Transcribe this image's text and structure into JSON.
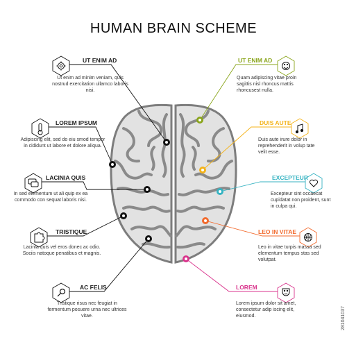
{
  "title": "HUMAN BRAIN SCHEME",
  "colors": {
    "brain_fill": "#e2e2e2",
    "brain_stroke": "#7d7d7d",
    "left_accent": "#111111",
    "olive": "#8aa51b",
    "yellow": "#f4b319",
    "teal": "#35b3c2",
    "orange": "#f26a2d",
    "magenta": "#d9338c"
  },
  "left": [
    {
      "label": "UT ENIM AD",
      "text": "Ut enim ad minim veniam, quis nostrud exercitation ullamco laboris nisi.",
      "icon": "gear-icon"
    },
    {
      "label": "LOREM IPSUM",
      "text": "Adipiscing elit, sed do eiu smod tempor in cididunt ut labore et dolore aliqua.",
      "icon": "thermometer-icon"
    },
    {
      "label": "LACINIA QUIS",
      "text": "In sed elementum ut ali quip ex ea commodo con sequat laboris nisi.",
      "icon": "chat-icon"
    },
    {
      "label": "TRISTIQUE",
      "text": "Lacinia quis vel eros donec ac odio. Sociis natoque penatibus et magnis.",
      "icon": "puzzle-icon"
    },
    {
      "label": "AC FELIS",
      "text": "Tristique risus nec feugiat in fermentum posuere urna nec ultrices vitae.",
      "icon": "magnifier-icon"
    }
  ],
  "right": [
    {
      "label": "UT ENIM AD",
      "text": "Quam adipiscing vitae proin sagittis nisl rhoncus mattis rhoncusest nulla.",
      "icon": "smiley-icon"
    },
    {
      "label": "DUIS AUTE",
      "text": "Duis aute irure dolor in reprehenderit in volup tate velit esse.",
      "icon": "music-note-icon"
    },
    {
      "label": "EXCEPTEUR",
      "text": "Excepteur sint occaecat cupidatat non proident, sunt in culpa qui.",
      "icon": "heart-icon"
    },
    {
      "label": "LEO IN VITAE",
      "text": "Leo in vitae turpis massa sed elementum tempus stas sed volutpat.",
      "icon": "basketball-icon"
    },
    {
      "label": "LOREM",
      "text": "Lorem ipsum dolor sit amet, consectetur adip iscing elit, eiusmod.",
      "icon": "theater-mask-icon"
    }
  ],
  "watermark": "281041037"
}
